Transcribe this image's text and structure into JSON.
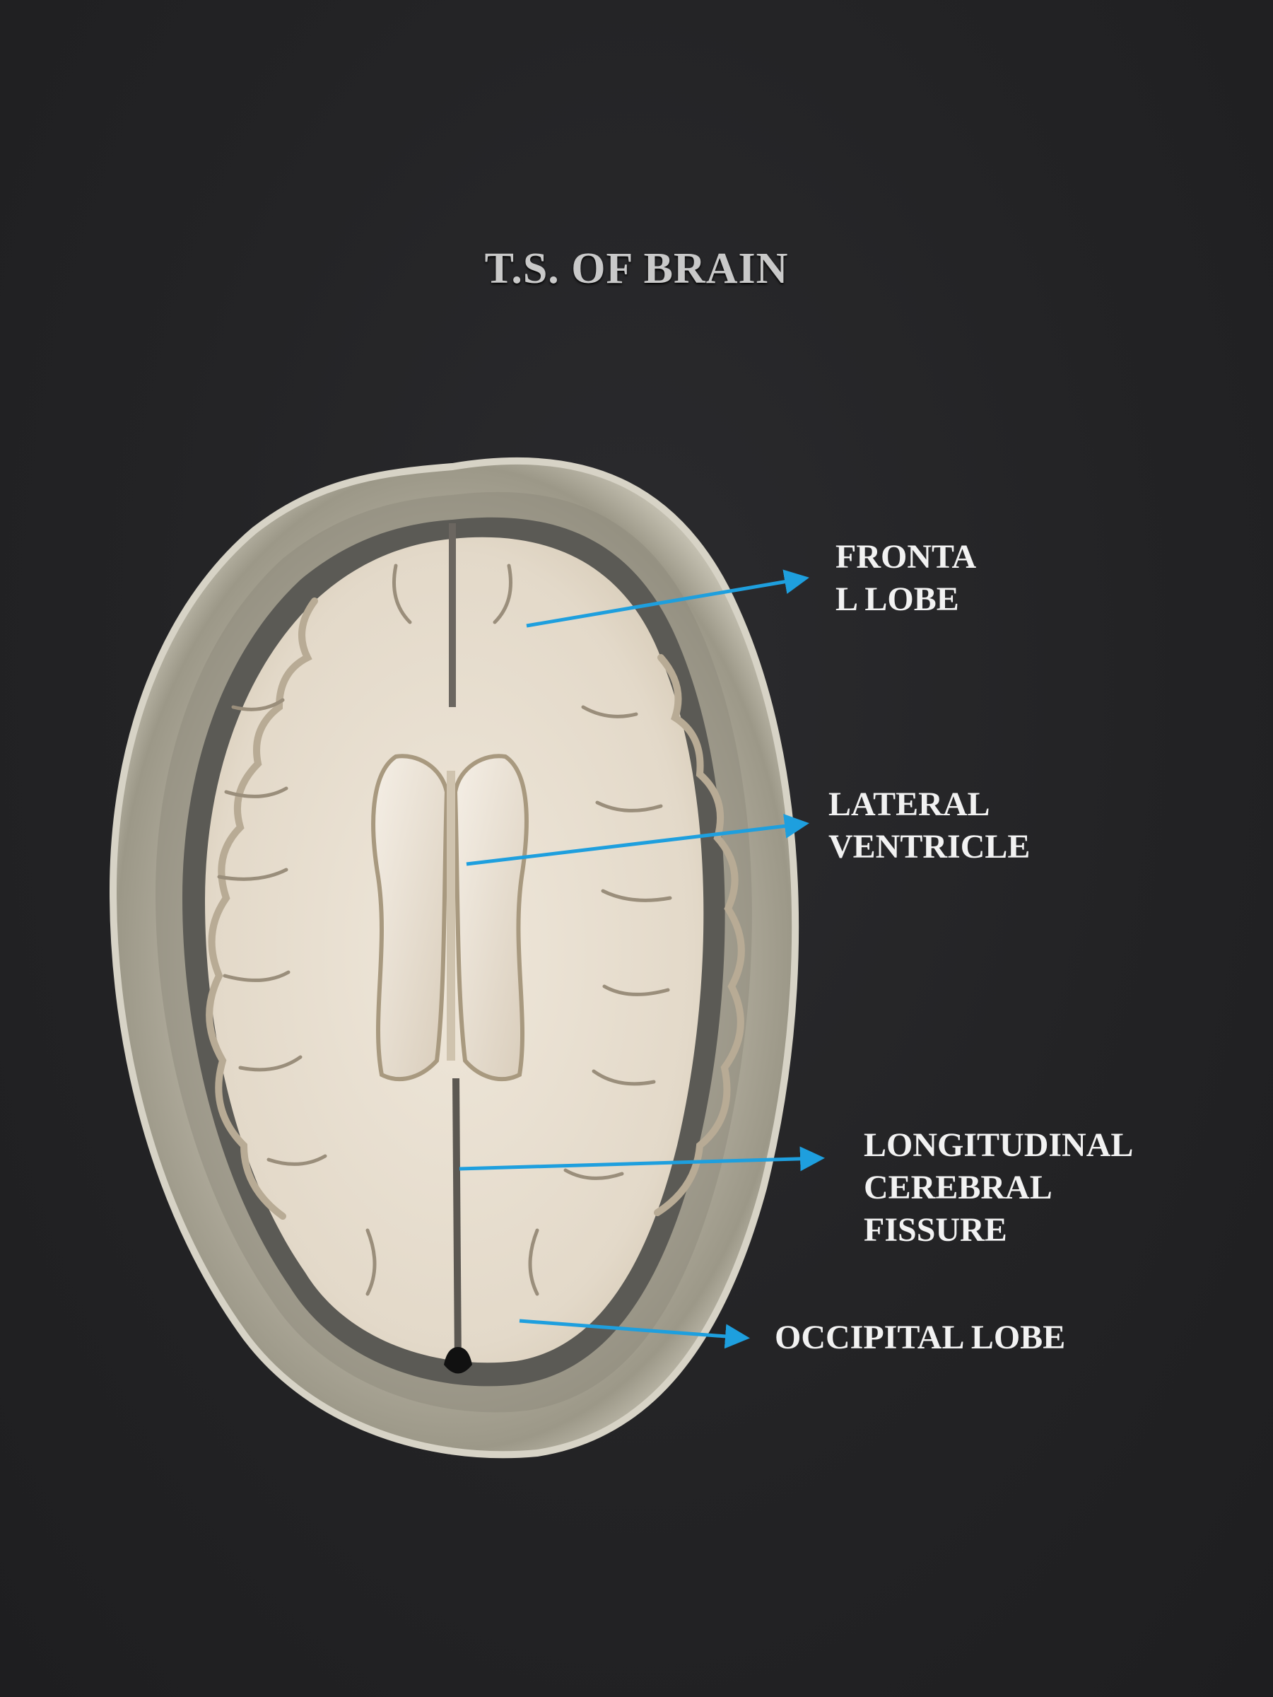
{
  "title": "T.S. OF BRAIN",
  "labels": {
    "frontal": "FRONTA\nL LOBE",
    "lateral": "LATERAL\nVENTRICLE",
    "longitudinal": "LONGITUDINAL\nCEREBRAL\nFISSURE",
    "occipital": "OCCIPITAL LOBE"
  },
  "colors": {
    "background": "#232325",
    "skull": "#a9a596",
    "tissue": "#e6ddcf",
    "arrow": "#1e9fde",
    "label_text": "#f2f2f2",
    "title_text": "#c9c9c9"
  }
}
